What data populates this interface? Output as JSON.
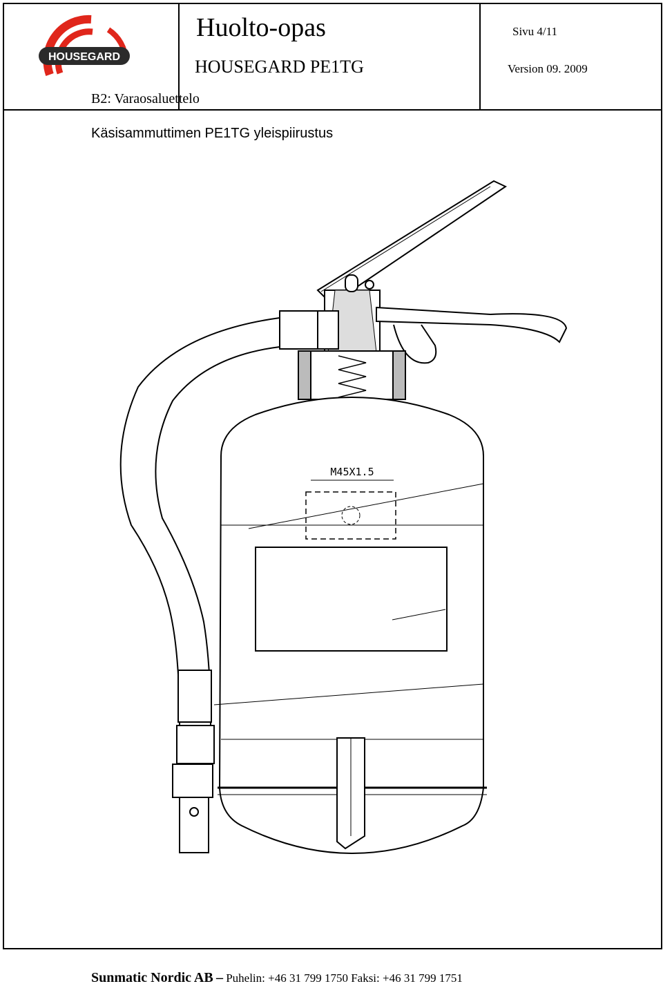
{
  "header": {
    "title": "Huolto-opas",
    "product": "HOUSEGARD PE1TG",
    "page": "Sivu 4/11",
    "version": "Version 09. 2009",
    "section": "B2: Varaosaluettelo",
    "logo_text": "HOUSEGARD"
  },
  "caption": "Käsisammuttimen PE1TG yleispiirustus",
  "drawing": {
    "thread_label": "M45X1.5"
  },
  "footer": {
    "company": "Sunmatic Nordic AB",
    "dash": "–",
    "contact": "Puhelin: +46 31 799 1750 Faksi: +46 31 799 1751"
  },
  "colors": {
    "logo_red": "#e0261b",
    "logo_dark": "#2b2b2b"
  }
}
